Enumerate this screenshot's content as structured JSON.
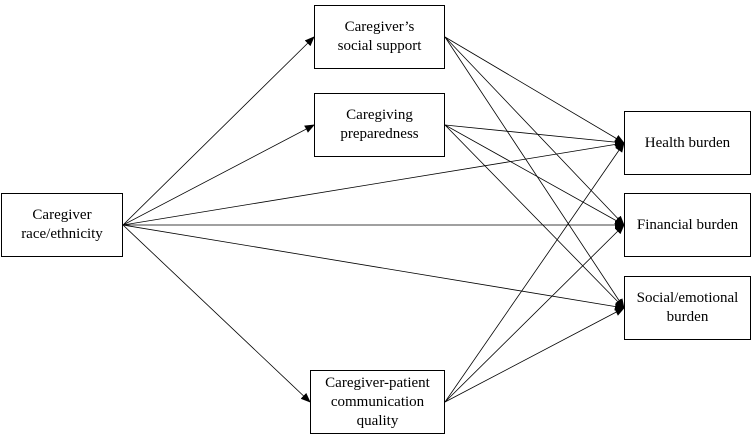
{
  "nodes": {
    "race": {
      "lines": [
        "Caregiver",
        "race/ethnicity"
      ]
    },
    "support": {
      "lines": [
        "Caregiver’s",
        "social support"
      ]
    },
    "prep": {
      "lines": [
        "Caregiving",
        "preparedness"
      ]
    },
    "comm": {
      "lines": [
        "Caregiver-patient",
        "communication",
        "quality"
      ]
    },
    "health": {
      "lines": [
        "Health burden"
      ]
    },
    "financial": {
      "lines": [
        "Financial burden"
      ]
    },
    "social": {
      "lines": [
        "Social/emotional",
        "burden"
      ]
    }
  },
  "edges": [
    [
      "race",
      "support"
    ],
    [
      "race",
      "prep"
    ],
    [
      "race",
      "comm"
    ],
    [
      "race",
      "health"
    ],
    [
      "race",
      "financial"
    ],
    [
      "race",
      "social"
    ],
    [
      "support",
      "health"
    ],
    [
      "support",
      "financial"
    ],
    [
      "support",
      "social"
    ],
    [
      "prep",
      "health"
    ],
    [
      "prep",
      "financial"
    ],
    [
      "prep",
      "social"
    ],
    [
      "comm",
      "health"
    ],
    [
      "comm",
      "financial"
    ],
    [
      "comm",
      "social"
    ]
  ]
}
